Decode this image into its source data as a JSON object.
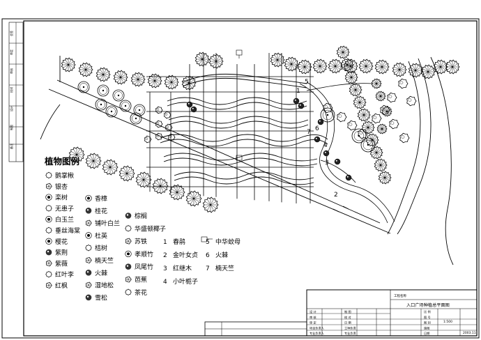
{
  "legend": {
    "title": "植物图例",
    "col1": [
      "鹅掌楸",
      "银杏",
      "栾树",
      "无患子",
      "白玉兰",
      "垂丝海棠",
      "樱花",
      "紫荆",
      "紫薇",
      "红叶李",
      "红枫"
    ],
    "col2": [
      "香樟",
      "桂花",
      "铺叶白兰",
      "杜英",
      "桔树",
      "楠天竺",
      "火棘",
      "湿地松",
      "雪松"
    ],
    "col3": [
      "棕榈",
      "华盛顿椰子",
      "苏铁",
      "孝顺竹",
      "凤尾竹",
      "芭蕉",
      "茶花"
    ],
    "numbered": [
      {
        "num": "1",
        "name": "春鹃"
      },
      {
        "num": "2",
        "name": "金叶女贞"
      },
      {
        "num": "3",
        "name": "红继木"
      },
      {
        "num": "4",
        "name": "小叶栀子"
      },
      {
        "num": "5",
        "name": "中华蚊母"
      },
      {
        "num": "6",
        "name": "火棘"
      },
      {
        "num": "7",
        "name": "楠天竺"
      }
    ]
  },
  "plan_markers": [
    "1",
    "5",
    "2",
    "6",
    "7",
    "4",
    "3"
  ],
  "side_labels": [
    "会签",
    "审定",
    "审核",
    "校对",
    "设计",
    "制图",
    "备注"
  ],
  "title_block": {
    "drawing_title": "入口广场种植总平面图",
    "company": "工程名称",
    "scale": "1:500",
    "date": "2003.11",
    "rows_left": [
      "设 计",
      "审 核",
      "审 定",
      "项目负责人",
      "专业负责人"
    ],
    "rows_mid": [
      "制 图",
      "校 对",
      "日 期",
      "工种负责",
      "专业负责"
    ],
    "labels_right": [
      "比 例",
      "图 号",
      "图 别",
      "施图",
      "日期"
    ]
  }
}
